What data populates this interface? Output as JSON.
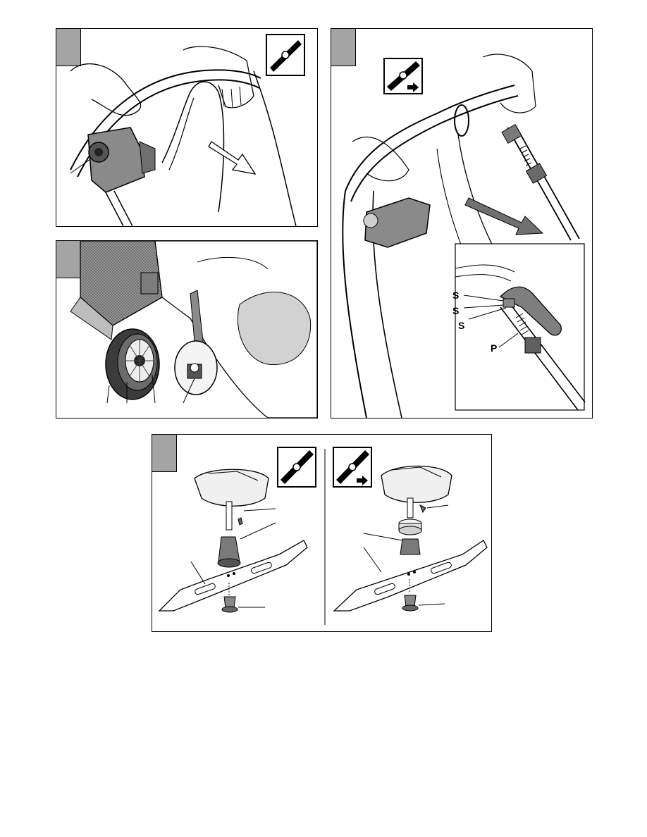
{
  "panel_3": {
    "labels": {
      "s1": "S",
      "s2": "S",
      "s3": "S",
      "p": "P"
    }
  }
}
